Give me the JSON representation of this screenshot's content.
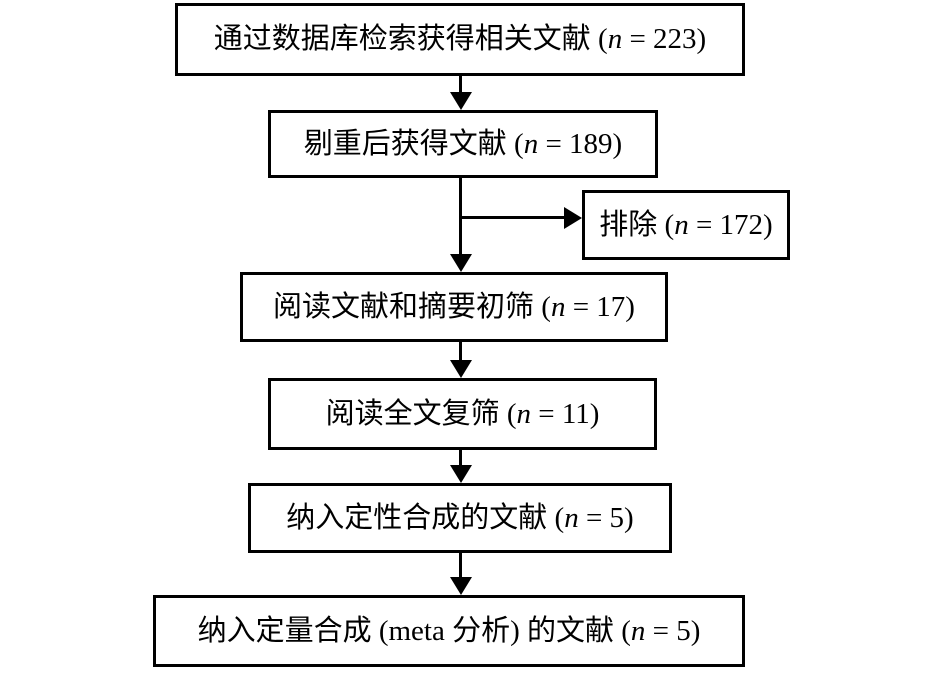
{
  "flowchart": {
    "colors": {
      "box_border": "#000000",
      "background": "#ffffff",
      "text": "#000000",
      "line": "#000000"
    },
    "nodes": [
      {
        "id": "identified",
        "prefix": "通过数据库检索获得相关文献 (",
        "n": "n",
        "suffix": " = 223)",
        "count": 223
      },
      {
        "id": "deduplicated",
        "prefix": "剔重后获得文献 (",
        "n": "n",
        "suffix": " = 189)",
        "count": 189
      },
      {
        "id": "excluded",
        "prefix": "排除 (",
        "n": "n",
        "suffix": " = 172)",
        "count": 172
      },
      {
        "id": "title_abstract_screen",
        "prefix": "阅读文献和摘要初筛 (",
        "n": "n",
        "suffix": " = 17)",
        "count": 17
      },
      {
        "id": "fulltext_screen",
        "prefix": "阅读全文复筛 (",
        "n": "n",
        "suffix": " = 11)",
        "count": 11
      },
      {
        "id": "qualitative_included",
        "prefix": "纳入定性合成的文献 (",
        "n": "n",
        "suffix": " = 5)",
        "count": 5
      },
      {
        "id": "quantitative_included",
        "prefix": "纳入定量合成 (meta 分析) 的文献 (",
        "n": "n",
        "suffix": " = 5)",
        "count": 5
      }
    ],
    "edges": [
      {
        "from": "identified",
        "to": "deduplicated"
      },
      {
        "from": "deduplicated",
        "to": "title_abstract_screen"
      },
      {
        "from": "deduplicated",
        "to": "excluded"
      },
      {
        "from": "title_abstract_screen",
        "to": "fulltext_screen"
      },
      {
        "from": "fulltext_screen",
        "to": "qualitative_included"
      },
      {
        "from": "qualitative_included",
        "to": "quantitative_included"
      }
    ]
  }
}
